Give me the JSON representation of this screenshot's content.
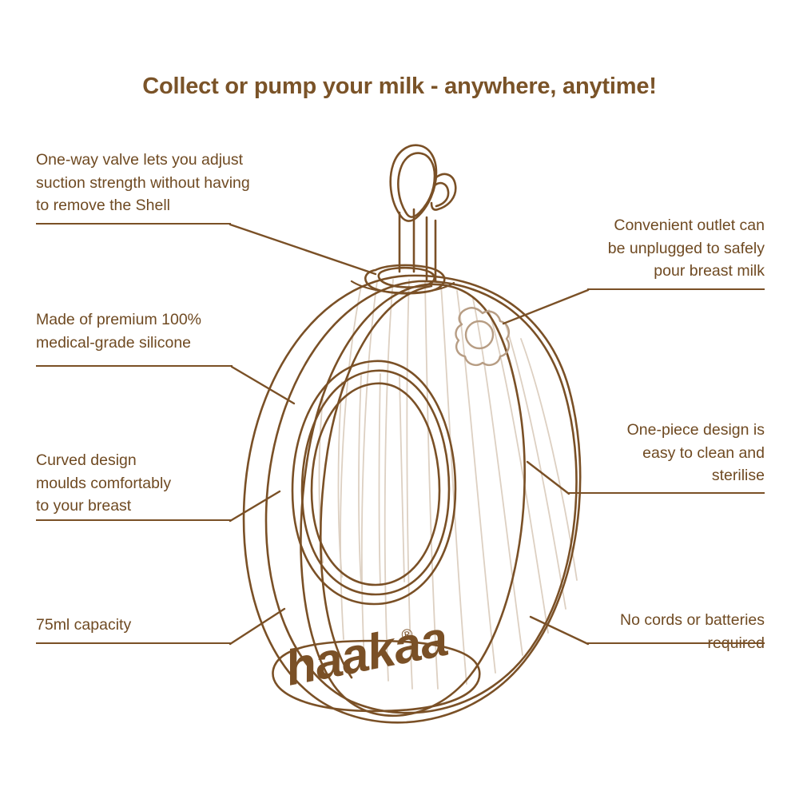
{
  "page": {
    "title": "Collect or pump your milk - anywhere, anytime!",
    "background_color": "#ffffff",
    "text_color": "#6f4a22",
    "line_color": "#7a5026",
    "shade_color": "#d9c9b8"
  },
  "product": {
    "brand": "haakaa",
    "trademark": "®",
    "type": "silicone breast pump / milk collector"
  },
  "callouts": [
    {
      "id": "one-way-valve",
      "side": "left",
      "text": "One-way valve lets you adjust\nsuction strength without having\nto remove the Shell"
    },
    {
      "id": "medical-grade-silicone",
      "side": "left",
      "text": "Made of premium 100%\nmedical-grade silicone"
    },
    {
      "id": "curved-design",
      "side": "left",
      "text": "Curved design\nmoulds comfortably\nto your breast"
    },
    {
      "id": "capacity",
      "side": "left",
      "text": "75ml capacity"
    },
    {
      "id": "convenient-outlet",
      "side": "right",
      "text": "Convenient outlet can\nbe unplugged to safely\npour breast milk"
    },
    {
      "id": "one-piece-design",
      "side": "right",
      "text": "One-piece design is\neasy to clean and\nsterilise"
    },
    {
      "id": "no-cords",
      "side": "right",
      "text": "No cords or batteries\nrequired"
    }
  ]
}
